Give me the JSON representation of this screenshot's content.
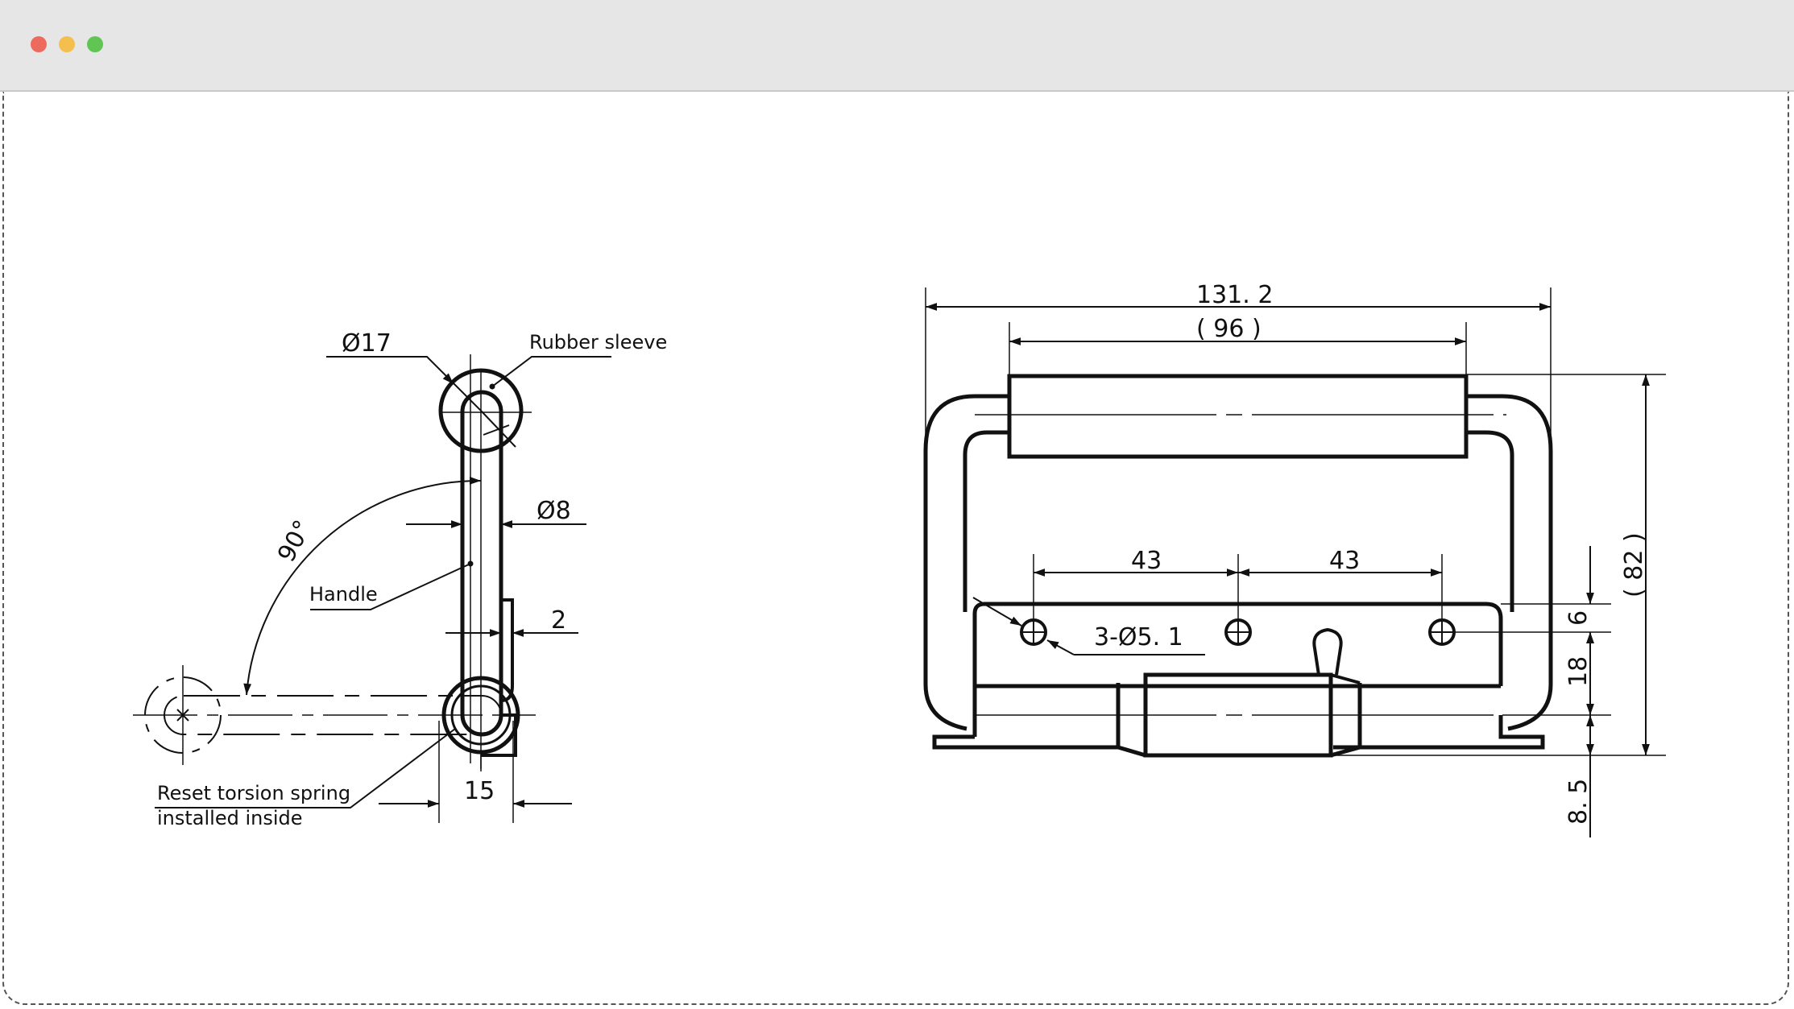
{
  "window": {
    "controls": [
      {
        "name": "close",
        "color": "#ed6a5e"
      },
      {
        "name": "minimize",
        "color": "#f5bf4f"
      },
      {
        "name": "maximize",
        "color": "#61c554"
      }
    ]
  },
  "side_view": {
    "dia_rubber": "Ø17",
    "label_rubber": "Rubber sleeve",
    "dia_handle": "Ø8",
    "angle": "90°",
    "label_handle": "Handle",
    "dim_thickness": "2",
    "label_spring_line1": "Reset torsion spring",
    "label_spring_line2": "installed inside",
    "dim_width": "15"
  },
  "front_view": {
    "dim_overall": "131. 2",
    "dim_grip": "( 96 )",
    "dim_pitch_left": "43",
    "dim_pitch_right": "43",
    "holes": "3-Ø5. 1",
    "dim_height": "( 82 )",
    "dim_6": "6",
    "dim_18": "18",
    "dim_8_5": "8. 5"
  }
}
